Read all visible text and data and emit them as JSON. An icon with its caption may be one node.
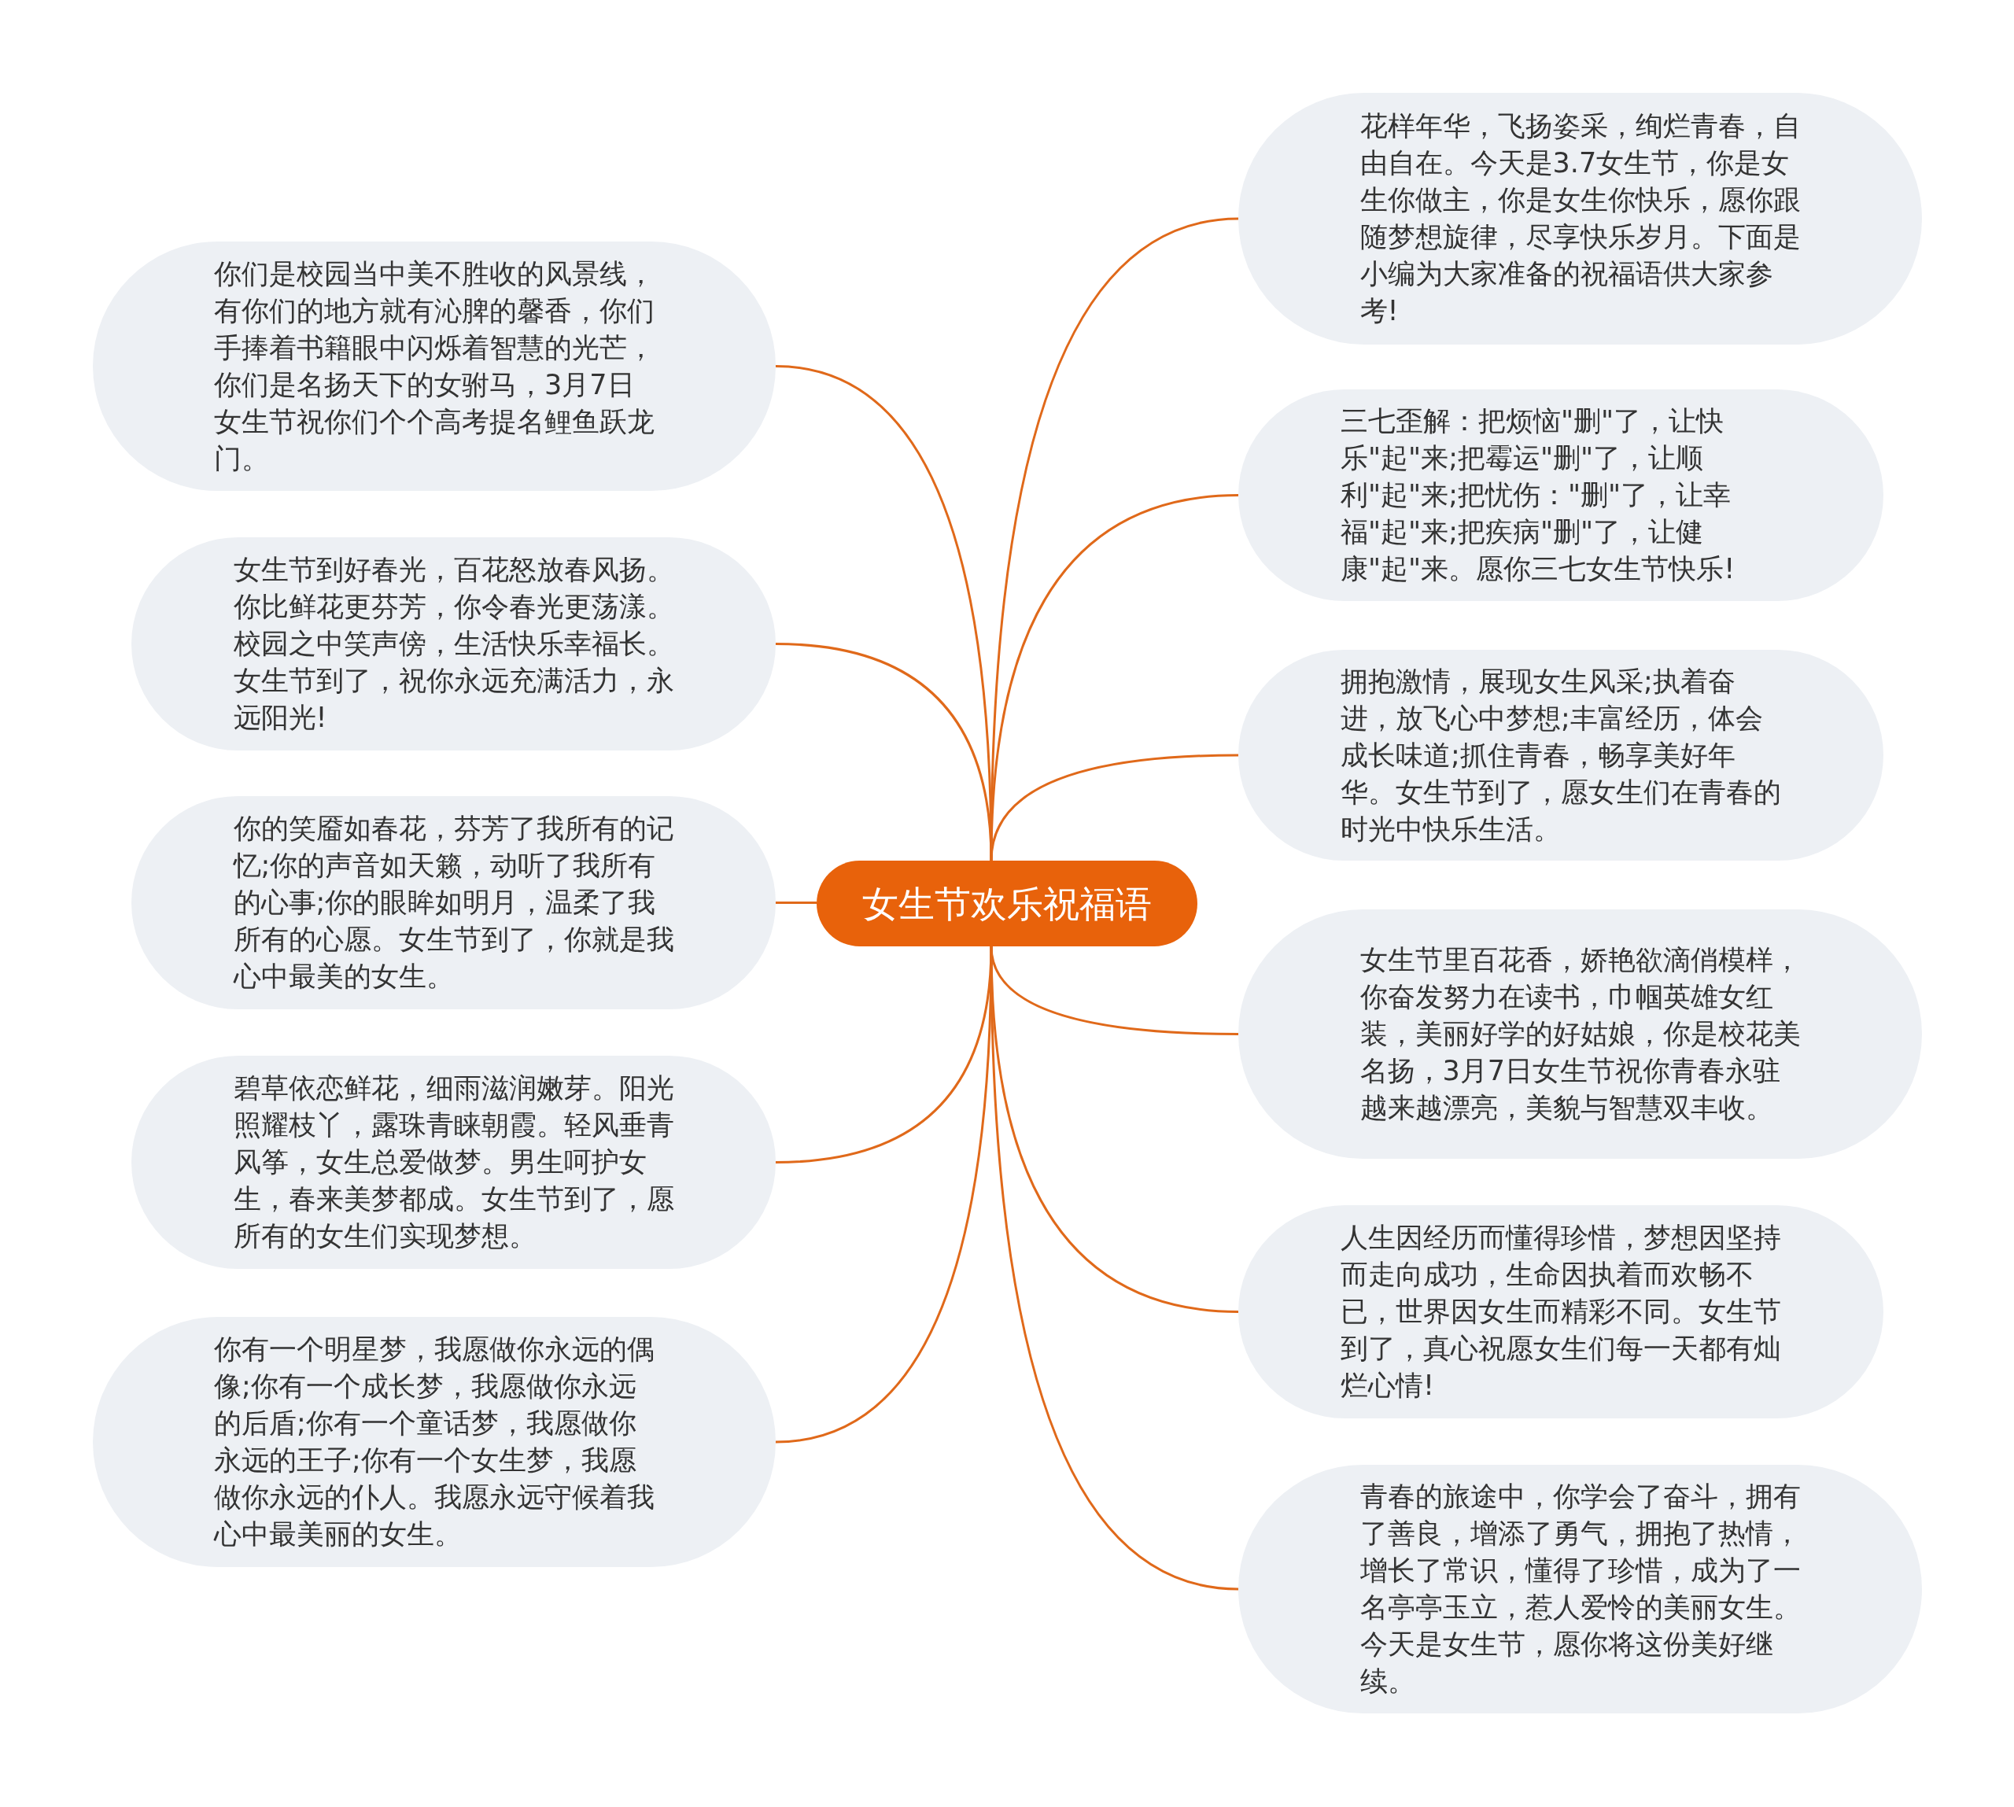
{
  "diagram": {
    "nodes": [
      {
        "text": [
          "女生节欢乐祝福语"
        ]
      },
      {
        "text": [
          "花样年华，飞扬姿采，绚烂青春，自由自在。今天是3.7女生节，你是女生你做主，你是女生你快乐，愿你跟随梦想旋律，尽享快乐岁月。下面是小编为大家准备的祝福语供大家参考!"
        ]
      },
      {
        "text": [
          "三七歪解：把烦恼\"删\"了，让快乐\"起\"来;把霉运\"删\"了，让顺利\"起\"来;把忧伤：\"删\"了，让幸福\"起\"来;把疾病\"删\"了，让健康\"起\"来。愿你三七女生节快乐!"
        ]
      },
      {
        "text": [
          "拥抱激情，展现女生风采;执着奋进，放飞心中梦想;丰富经历，体会成长味道;抓住青春，畅享美好年华。女生节到了，愿女生们在青春的时光中快乐生活。"
        ]
      },
      {
        "text": [
          "女生节里百花香，娇艳欲滴俏模样，你奋发努力在读书，巾帼英雄女红装，美丽好学的好姑娘，你是校花美名扬，3月7日女生节祝你青春永驻越来越漂亮，美貌与智慧双丰收。"
        ]
      },
      {
        "text": [
          "人生因经历而懂得珍惜，梦想因坚持而走向成功，生命因执着而欢畅不已，世界因女生而精彩不同。女生节到了，真心祝愿女生们每一天都有灿烂心情!"
        ]
      },
      {
        "text": [
          "青春的旅途中，你学会了奋斗，拥有了善良，增添了勇气，拥抱了热情，增长了常识，懂得了珍惜，成为了一名亭亭玉立，惹人爱怜的美丽女生。今天是女生节，愿你将这份美好继续。"
        ]
      },
      {
        "text": [
          "你们是校园当中美不胜收的风景线，有你们的地方就有沁脾的馨香，你们手捧着书籍眼中闪烁着智慧的光芒，你们是名扬天下的女驸马，3月7日女生节祝你们个个高考提名鲤鱼跃龙门。"
        ]
      },
      {
        "text": [
          "女生节到好春光，百花怒放春风扬。你比鲜花更芬芳，你令春光更荡漾。校园之中笑声傍，生活快乐幸福长。女生节到了，祝你永远充满活力，永远阳光!"
        ]
      },
      {
        "text": [
          "你的笑靥如春花，芬芳了我所有的记忆;你的声音如天籁，动听了我所有的心事;你的眼眸如明月，温柔了我所有的心愿。女生节到了，你就是我心中最美的女生。"
        ]
      },
      {
        "text": [
          "碧草依恋鲜花，细雨滋润嫩芽。阳光照耀枝丫，露珠青睐朝霞。轻风垂青风筝，女生总爱做梦。男生呵护女生，春来美梦都成。女生节到了，愿所有的女生们实现梦想。"
        ]
      },
      {
        "text": [
          "你有一个明星梦，我愿做你永远的偶像;你有一个成长梦，我愿做你永远的后盾;你有一个童话梦，我愿做你永远的王子;你有一个女生梦，我愿做你永远的仆人。我愿永远守候着我心中最美丽的女生。"
        ]
      }
    ],
    "edges": [
      {
        "from": 0,
        "to": 1,
        "arrow": "none"
      },
      {
        "from": 0,
        "to": 2,
        "arrow": "none"
      },
      {
        "from": 0,
        "to": 3,
        "arrow": "none"
      },
      {
        "from": 0,
        "to": 4,
        "arrow": "none"
      },
      {
        "from": 0,
        "to": 5,
        "arrow": "none"
      },
      {
        "from": 0,
        "to": 6,
        "arrow": "none"
      },
      {
        "from": 0,
        "to": 7,
        "arrow": "none"
      },
      {
        "from": 0,
        "to": 8,
        "arrow": "none"
      },
      {
        "from": 0,
        "to": 9,
        "arrow": "none"
      },
      {
        "from": 0,
        "to": 10,
        "arrow": "none"
      },
      {
        "from": 0,
        "to": 11,
        "arrow": "none"
      }
    ]
  }
}
